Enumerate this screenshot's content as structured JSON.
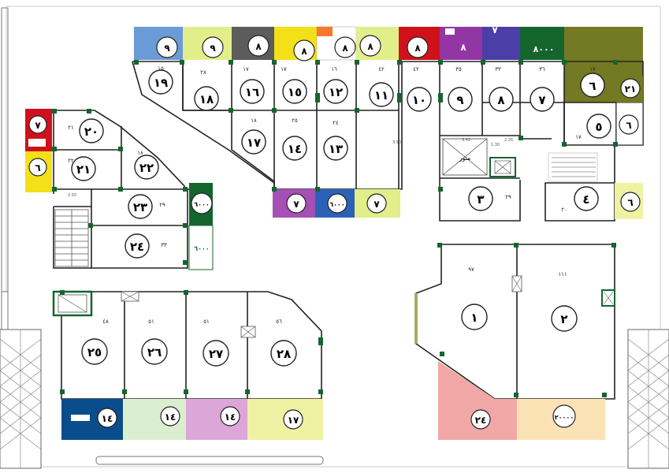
{
  "colors": {
    "wall": "#2a2a2a",
    "column": "#1f6b2d",
    "blue": "#6a9bd6",
    "yellow_green": "#e2ee8a",
    "gray": "#5c5c5c",
    "yellow": "#f4e019",
    "red": "#d0111c",
    "purple": "#9236a4",
    "indigo": "#4b3ea6",
    "dark_green": "#14652e",
    "olive": "#737a23",
    "navy": "#0a4d8c",
    "light_green": "#d9efcf",
    "pink": "#dca6d8",
    "pale_yellow": "#eff2a3",
    "salmon": "#f2a7a7",
    "peach": "#fbe3b6",
    "orange": "#f4792a",
    "magenta": "#a64fb4",
    "royal_blue": "#2b62b8"
  },
  "labels": {
    "u1": "١",
    "u2": "٢",
    "u3": "٣",
    "u4": "٤",
    "u5": "٥",
    "u6": "٦",
    "u7": "٧",
    "u8": "٨",
    "u9": "٩",
    "u10": "١٠",
    "u11": "١١",
    "u12": "١٢",
    "u13": "١٣",
    "u14": "١٤",
    "u15": "١٥",
    "u16": "١٦",
    "u17": "١٧",
    "u18": "١٨",
    "u19": "١٩",
    "u20": "٢٠",
    "u21": "٢١",
    "u22": "٢٢",
    "u23": "٢٣",
    "u24": "٢٤",
    "u25": "٢٥",
    "u26": "٢٦",
    "u27": "٢٧",
    "u28": "٢٨"
  },
  "areas": {
    "a15": "١٥",
    "a28": "٢٨",
    "a17a": "١٧",
    "a17b": "١٧",
    "a16": "١٦",
    "a42a": "٤٢",
    "a42b": "٤٢",
    "a35": "٣٥",
    "a33": "٣٣",
    "a36": "٣٦",
    "a17c": "١٧",
    "a18a": "١٨",
    "a25a": "٢٥",
    "a24a": "٢٤",
    "a17d": "١٧",
    "a29a": "٢٩",
    "a20": "٢٠",
    "a21": "٢١",
    "a22": "٢٢",
    "a18b": "١٨",
    "a29b": "٢٩",
    "a33b": "٣٣",
    "a48": "٤٨",
    "a51a": "٥١",
    "a51b": "٥١",
    "a56": "٥٦",
    "a97": "٩٧",
    "a111": "١١١"
  },
  "small": {
    "dim1": "3.90",
    "dim2": "3.42",
    "dim3": "1.30",
    "dim4": "2.50",
    "dim5": "2.35",
    "light_well": "منور"
  },
  "tags": {
    "t9a": "٩",
    "t9b": "٩",
    "t8a": "٨",
    "t8b": "٨",
    "t8c": "٨",
    "t8d": "٨",
    "t8e": "٨",
    "t8f": "٨",
    "t7a": "٧",
    "t8000": "٨٠٠٠",
    "t21a": "٢١",
    "t6a": "٦",
    "t6b": "٦",
    "t7b": "٧",
    "t6000a": "٦٠٠٠",
    "t7c": "٧",
    "t7d": "٧",
    "t6c": "٦",
    "t6000b": "٦٠٠٠",
    "t6000c": "٦٠٠٠",
    "t14a": "١٤",
    "t14b": "١٤",
    "t14c": "١٤",
    "t17": "١٧",
    "t24": "٢٤",
    "t20000": "٢٠٠٠٠"
  }
}
